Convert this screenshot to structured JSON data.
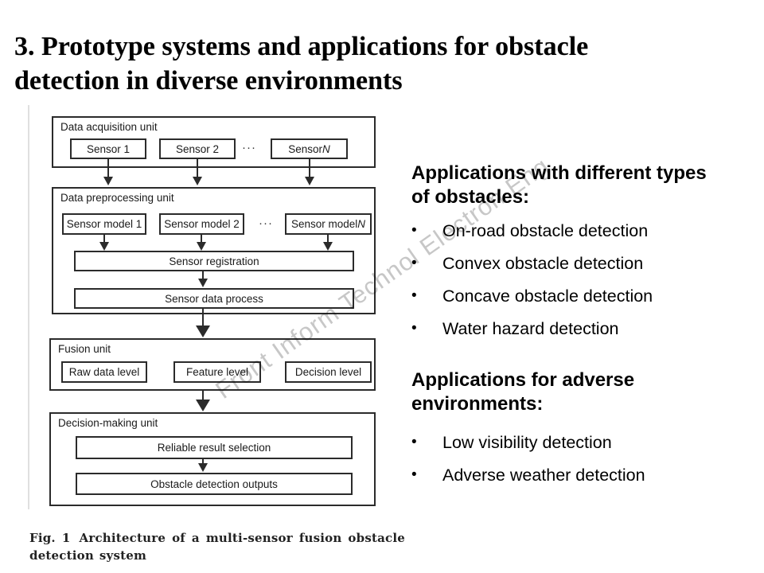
{
  "colors": {
    "background": "#ffffff",
    "text": "#000000",
    "diagram_line": "#2b2b2b",
    "watermark": "#c7c7c7"
  },
  "title": {
    "line1": "3. Prototype systems and applications for obstacle",
    "line2": "detection in diverse environments"
  },
  "figure": {
    "watermark": "Front Inform Technol Electron Eng",
    "units": {
      "acquisition": "Data acquisition unit",
      "preprocessing": "Data preprocessing unit",
      "fusion": "Fusion unit",
      "decision": "Decision-making unit"
    },
    "boxes": {
      "sensor1": "Sensor 1",
      "sensor2": "Sensor 2",
      "sensorN_prefix": "Sensor ",
      "sensorN_var": "N",
      "model1": "Sensor model 1",
      "model2": "Sensor model 2",
      "modelN_prefix": "Sensor model ",
      "modelN_var": "N",
      "registration": "Sensor registration",
      "data_process": "Sensor data process",
      "raw_level": "Raw data level",
      "feature_level": "Feature level",
      "decision_level": "Decision level",
      "reliable": "Reliable result selection",
      "outputs": "Obstacle detection outputs"
    },
    "ellipsis": "···",
    "caption": {
      "tag": "Fig. 1",
      "text": "Architecture of a multi-sensor fusion obstacle detection system"
    }
  },
  "content": {
    "bullet_char": "•",
    "sections": [
      {
        "heading_line1": "Applications with different types",
        "heading_line2": "of obstacles:",
        "bullets": [
          "On-road obstacle detection",
          "Convex obstacle detection",
          "Concave obstacle detection",
          "Water hazard detection"
        ]
      },
      {
        "heading_line1": "Applications for adverse",
        "heading_line2": "environments:",
        "bullets": [
          "Low visibility detection",
          "Adverse weather detection"
        ]
      }
    ]
  }
}
